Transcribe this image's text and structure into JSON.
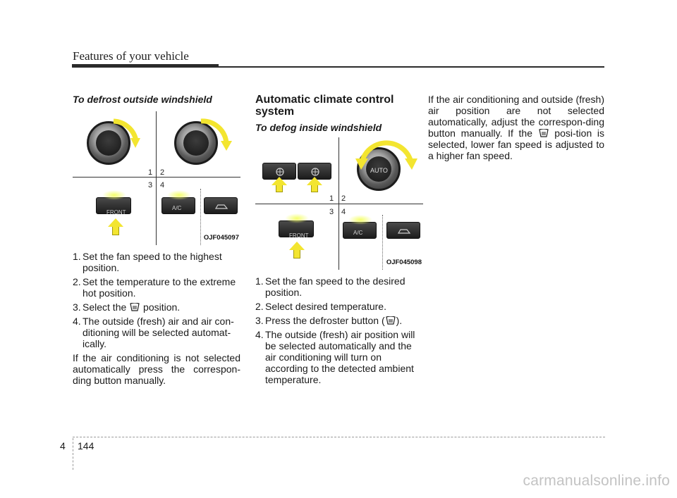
{
  "header": {
    "title": "Features of your vehicle"
  },
  "left": {
    "subheading": "To defrost outside windshield",
    "figure": {
      "code": "OJF045097",
      "q1": "1",
      "q2": "2",
      "q3": "3",
      "q4": "4",
      "btn_ac": "A/C",
      "btn_front": "FRONT"
    },
    "steps": [
      {
        "num": "1.",
        "text": "Set the fan speed to the highest position."
      },
      {
        "num": "2.",
        "text": "Set the temperature to the extreme hot position."
      },
      {
        "num": "3.",
        "pre": "Select the ",
        "post": " position."
      },
      {
        "num": "4.",
        "text": "The outside (fresh) air and air con-ditioning will be selected automat-ically."
      }
    ],
    "note": "If the air conditioning is not selected automatically press the correspon-ding button manually."
  },
  "middle": {
    "section_title_line1": "Automatic climate control",
    "section_title_line2": "system",
    "subheading": "To defog inside windshield",
    "figure": {
      "code": "OJF045098",
      "q1": "1",
      "q2": "2",
      "q3": "3",
      "q4": "4",
      "knob_label": "AUTO",
      "btn_ac": "A/C",
      "btn_front": "FRONT"
    },
    "steps": [
      {
        "num": "1.",
        "text": "Set the fan speed to the desired position."
      },
      {
        "num": "2.",
        "text": "Select desired temperature."
      },
      {
        "num": "3.",
        "pre": "Press the defroster button (",
        "post": ")."
      },
      {
        "num": "4.",
        "text": "The outside (fresh) air position will be selected automatically and the air conditioning will turn on according to the detected ambient temperature."
      }
    ]
  },
  "right": {
    "para_pre": "If the air conditioning and outside (fresh) air position are not selected automatically, adjust the correspon-ding button manually. If the ",
    "para_post": " posi-tion is selected, lower fan speed is adjusted to a higher fan speed."
  },
  "footer": {
    "chapter": "4",
    "page": "144",
    "watermark": "carmanualsonline.info"
  },
  "colors": {
    "arrow": "#f3e530",
    "glow": "#f4ff6a",
    "rule": "#2b2b2b"
  }
}
